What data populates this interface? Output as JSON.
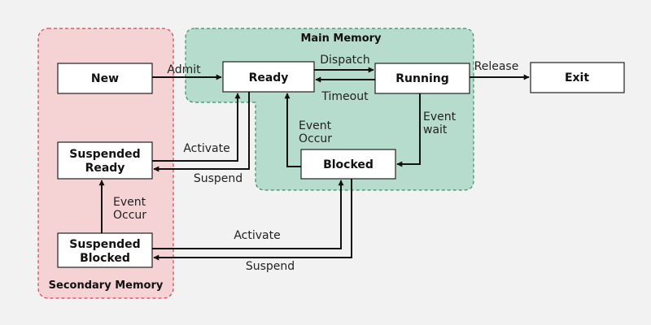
{
  "colors": {
    "background": "#f2f2f2",
    "secondary_fill": "#f5d3d5",
    "secondary_stroke": "#d9404c",
    "main_fill": "#b6dccd",
    "main_stroke": "#3b8f6a"
  },
  "regions": {
    "main_memory": "Main Memory",
    "secondary_memory": "Secondary Memory"
  },
  "states": {
    "new": "New",
    "ready": "Ready",
    "running": "Running",
    "exit": "Exit",
    "blocked": "Blocked",
    "suspended_ready": [
      "Suspended",
      "Ready"
    ],
    "suspended_blocked": [
      "Suspended",
      "Blocked"
    ]
  },
  "transitions": {
    "admit": "Admit",
    "dispatch": "Dispatch",
    "timeout": "Timeout",
    "release": "Release",
    "event_wait": [
      "Event",
      "wait"
    ],
    "event_occur_main": [
      "Event",
      "Occur"
    ],
    "activate_ready": "Activate",
    "suspend_ready": "Suspend",
    "event_occur_secondary": [
      "Event",
      "Occur"
    ],
    "activate_blocked": "Activate",
    "suspend_blocked": "Suspend"
  }
}
